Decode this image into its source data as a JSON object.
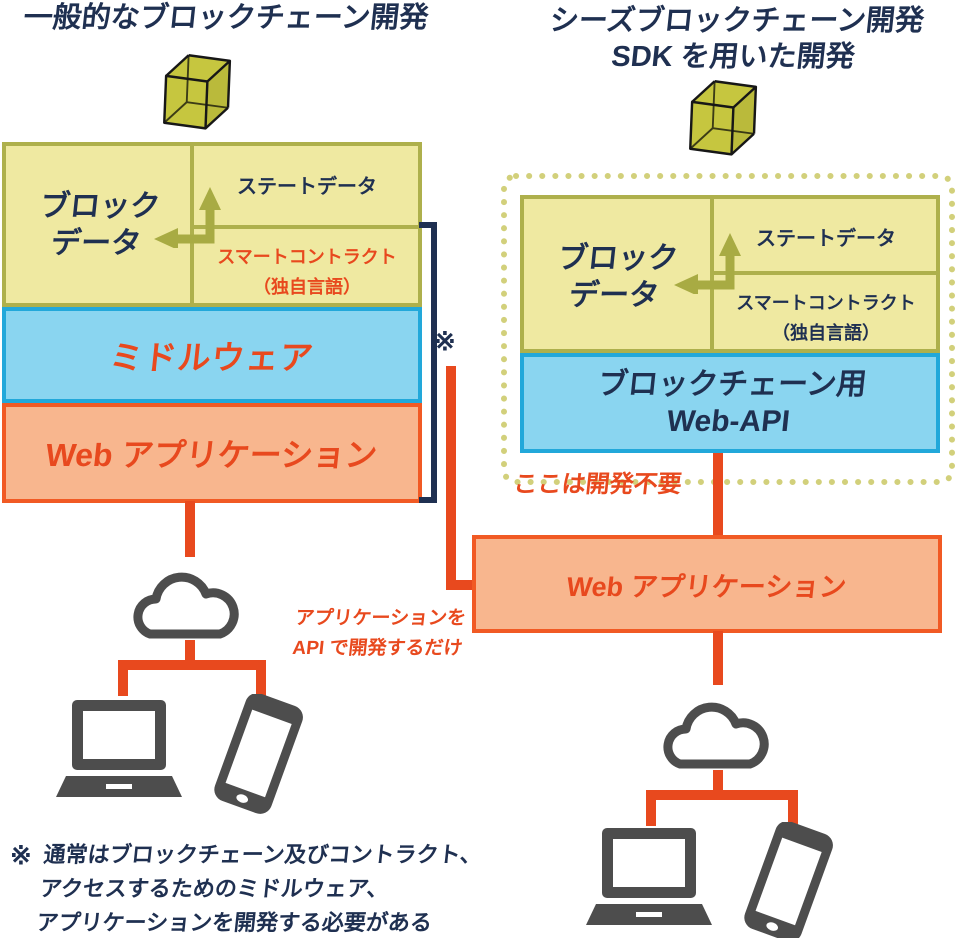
{
  "colors": {
    "navy_text": "#1f3051",
    "red_accent": "#e8491e",
    "orange_box_fill": "#f8b68e",
    "orange_box_border": "#f15a24",
    "blue_box_fill": "#8ad5f0",
    "blue_box_border": "#22a8da",
    "yellow_box_fill": "#efe9a1",
    "olive_border": "#aeb04c",
    "cube_fill": "#c6c63f",
    "dotted_border": "#d2d07b",
    "device_gray": "#4d4d4d"
  },
  "left": {
    "title": "一般的なブロックチェーン開発",
    "block_data_line1": "ブロック",
    "block_data_line2": "データ",
    "state_data": "ステートデータ",
    "smart_contract_line1": "スマートコントラクト",
    "smart_contract_line2": "（独自言語）",
    "middleware": "ミドルウェア",
    "web_app": "Web アプリケーション",
    "ref_mark": "※"
  },
  "right": {
    "title_line1": "シーズブロックチェーン開発",
    "title_line2": "SDK を用いた開発",
    "block_data_line1": "ブロック",
    "block_data_line2": "データ",
    "state_data": "ステートデータ",
    "smart_contract_line1": "スマートコントラクト",
    "smart_contract_line2": "（独自言語）",
    "web_api_line1": "ブロックチェーン用",
    "web_api_line2": "Web-API",
    "no_dev_note": "ここは開発不要",
    "web_app": "Web アプリケーション"
  },
  "annotations": {
    "arrow_note_line1": "アプリケーションを",
    "arrow_note_line2": "API で開発するだけ",
    "footnote_mark": "※",
    "footnote_line1": "通常はブロックチェーン及びコントラクト、",
    "footnote_line2": "アクセスするためのミドルウェア、",
    "footnote_line3": "アプリケーションを開発する必要がある"
  }
}
